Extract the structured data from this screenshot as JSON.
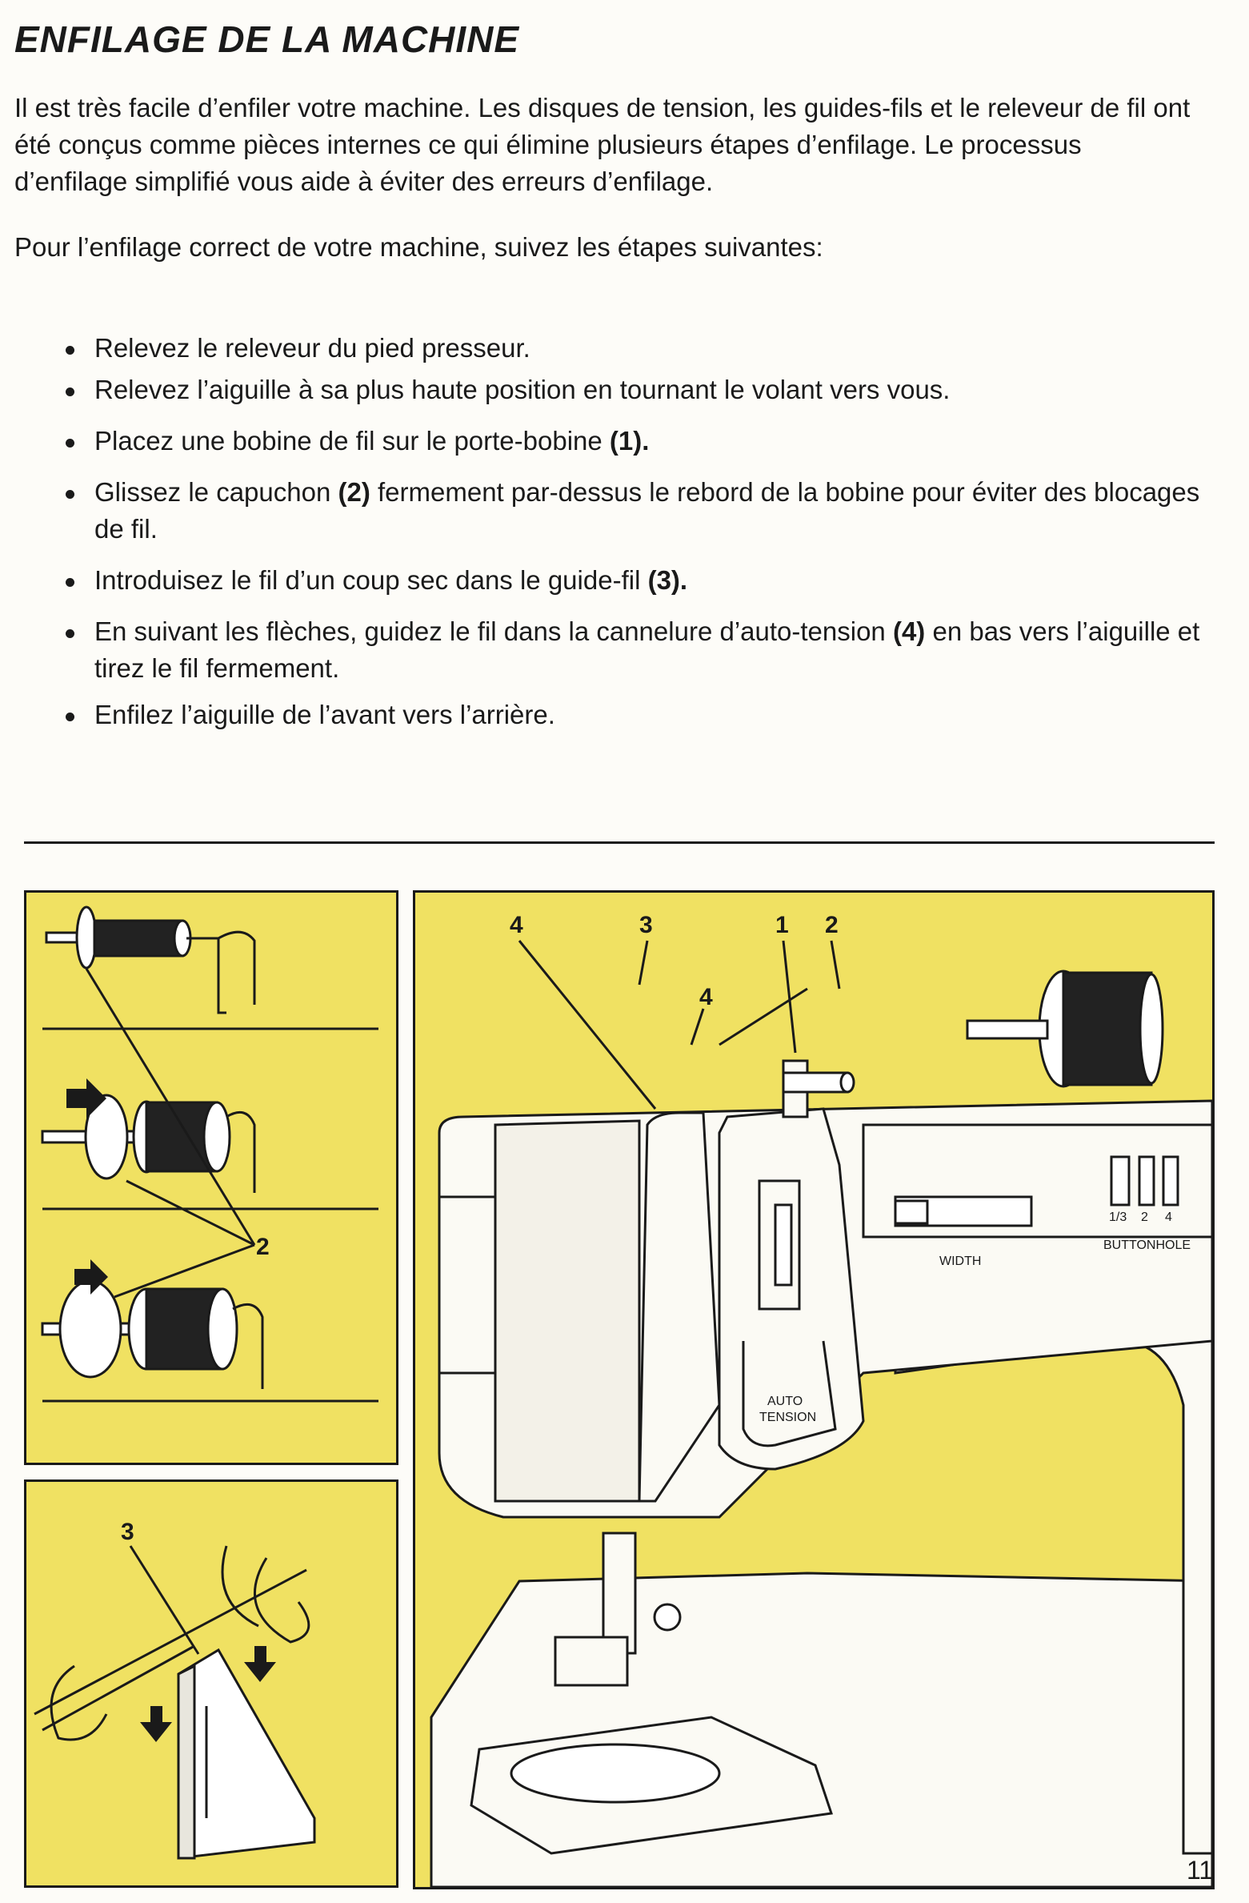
{
  "title": "ENFILAGE DE LA MACHINE",
  "intro": "Il est très facile d’enfiler votre machine. Les disques de tension, les guides-fils et le releveur de fil ont été conçus comme pièces internes ce qui élimine plusieurs étapes d’enfilage. Le processus d’enfilage simplifié vous aide à éviter des erreurs d’enfilage.",
  "lead": "Pour l’enfilage correct de votre machine, suivez les étapes suivantes:",
  "steps": [
    {
      "text": "Relevez le releveur du pied presseur.",
      "ref": ""
    },
    {
      "text": "Relevez l’aiguille à sa plus haute position en tournant le volant vers vous.",
      "ref": ""
    },
    {
      "text": "Placez une bobine de fil sur le porte-bobine ",
      "ref": "(1)."
    },
    {
      "text": "Glissez le capuchon ",
      "ref": "(2)",
      "tail": " fermement par-dessus le rebord de la bobine pour éviter des blocages de fil."
    },
    {
      "text": "Introduisez le fil d’un coup sec dans le guide-fil ",
      "ref": "(3)."
    },
    {
      "text": "En suivant les flèches, guidez le fil dans la cannelure d’auto-tension ",
      "ref": "(4)",
      "tail": " en bas vers l’aiguille et tirez le fil fermement."
    },
    {
      "text": "Enfilez l’aiguille de l’avant vers l’arrière.",
      "ref": ""
    }
  ],
  "figure": {
    "spool_label": "2",
    "guide_label": "3",
    "callouts": [
      "4",
      "3",
      "1",
      "2",
      "4"
    ],
    "machine_texts": {
      "auto_tension_1": "AUTO",
      "auto_tension_2": "TENSION",
      "width": "WIDTH",
      "buttonhole": "BUTTONHOLE",
      "bh_1": "1/3",
      "bh_2": "2",
      "bh_3": "4"
    },
    "colors": {
      "panel": "#f0e162",
      "ink": "#1a1a1a",
      "machine": "#fbfaf4"
    }
  },
  "page_number": "11"
}
